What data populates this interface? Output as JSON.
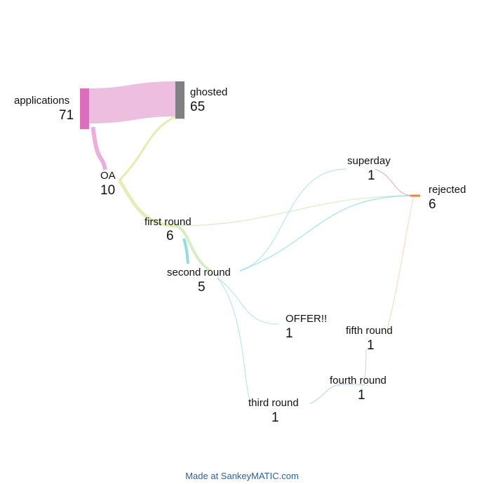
{
  "nodes": {
    "applications": {
      "name": "applications",
      "value": "71",
      "color": "#d96fbd"
    },
    "ghosted": {
      "name": "ghosted",
      "value": "65",
      "color": "#808080"
    },
    "oa": {
      "name": "OA",
      "value": "10",
      "color": "#d6dc7a"
    },
    "first_round": {
      "name": "first round",
      "value": "6",
      "color": "#b8df94"
    },
    "second_round": {
      "name": "second round",
      "value": "5",
      "color": "#7fd6dd"
    },
    "superday": {
      "name": "superday",
      "value": "1",
      "color": "#d07a98"
    },
    "rejected": {
      "name": "rejected",
      "value": "6",
      "color": "#f2832a"
    },
    "offer": {
      "name": "OFFER!!",
      "value": "1",
      "color": "#a87ed0"
    },
    "fifth_round": {
      "name": "fifth round",
      "value": "1",
      "color": "#f2c08a"
    },
    "fourth_round": {
      "name": "fourth round",
      "value": "1",
      "color": "#aac2c0"
    },
    "third_round": {
      "name": "third round",
      "value": "1",
      "color": "#8ab4e0"
    }
  },
  "flows": [
    {
      "from": "applications",
      "to": "ghosted",
      "value": 61
    },
    {
      "from": "applications",
      "to": "oa",
      "value": 10
    },
    {
      "from": "oa",
      "to": "ghosted",
      "value": 4
    },
    {
      "from": "oa",
      "to": "first_round",
      "value": 6
    },
    {
      "from": "first_round",
      "to": "rejected",
      "value": 1
    },
    {
      "from": "first_round",
      "to": "second_round",
      "value": 5
    },
    {
      "from": "second_round",
      "to": "superday",
      "value": 1
    },
    {
      "from": "second_round",
      "to": "rejected",
      "value": 2
    },
    {
      "from": "second_round",
      "to": "offer",
      "value": 1
    },
    {
      "from": "second_round",
      "to": "third_round",
      "value": 1
    },
    {
      "from": "superday",
      "to": "rejected",
      "value": 1
    },
    {
      "from": "third_round",
      "to": "fourth_round",
      "value": 1
    },
    {
      "from": "fourth_round",
      "to": "fifth_round",
      "value": 1
    },
    {
      "from": "fifth_round",
      "to": "rejected",
      "value": 1
    }
  ],
  "credit": "Made at SankeyMATIC.com"
}
